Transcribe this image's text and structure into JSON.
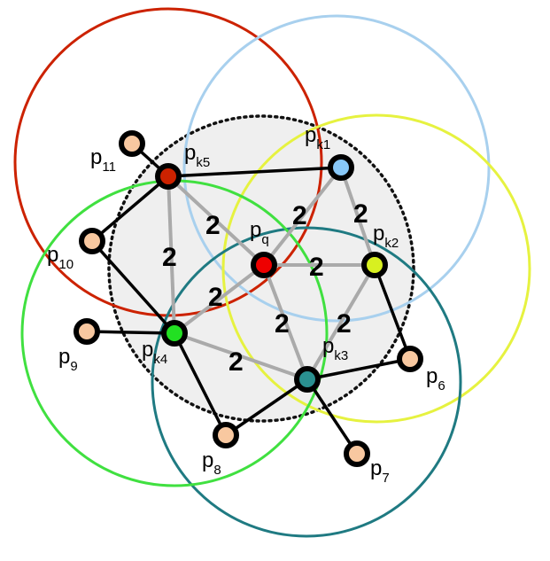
{
  "colors": {
    "circle_red": "#cc2200",
    "circle_lightblue": "#a8d0ee",
    "circle_yellow": "#e6f240",
    "circle_teal": "#1f7a82",
    "circle_green": "#40e040",
    "query_region_fill": "#efefef",
    "edge_black": "#000000",
    "edge_gray": "#aaaaaa",
    "node_peach": "#f8c8a0",
    "node_q": "#ee0000",
    "node_k1": "#88c8f8",
    "node_k2": "#d8f020",
    "node_k3": "#2a9090",
    "node_k4": "#22e022",
    "node_k5": "#cc2200"
  },
  "nodes": {
    "pq": {
      "p": "p",
      "sub": "q"
    },
    "pk1": {
      "p": "p",
      "sub": "k1"
    },
    "pk2": {
      "p": "p",
      "sub": "k2"
    },
    "pk3": {
      "p": "p",
      "sub": "k3"
    },
    "pk4": {
      "p": "p",
      "sub": "k4"
    },
    "pk5": {
      "p": "p",
      "sub": "k5"
    },
    "p6": {
      "p": "p",
      "sub": "6"
    },
    "p7": {
      "p": "p",
      "sub": "7"
    },
    "p8": {
      "p": "p",
      "sub": "8"
    },
    "p9": {
      "p": "p",
      "sub": "9"
    },
    "p10": {
      "p": "p",
      "sub": "10"
    },
    "p11": {
      "p": "p",
      "sub": "11"
    }
  },
  "edge_weights": {
    "q_k5": "2",
    "q_k1": "2",
    "q_k2": "2",
    "q_k4": "2",
    "q_k3": "2",
    "k5_k4": "2",
    "k2_k3": "2",
    "k1_k2": "2",
    "k4_k3": "2"
  }
}
